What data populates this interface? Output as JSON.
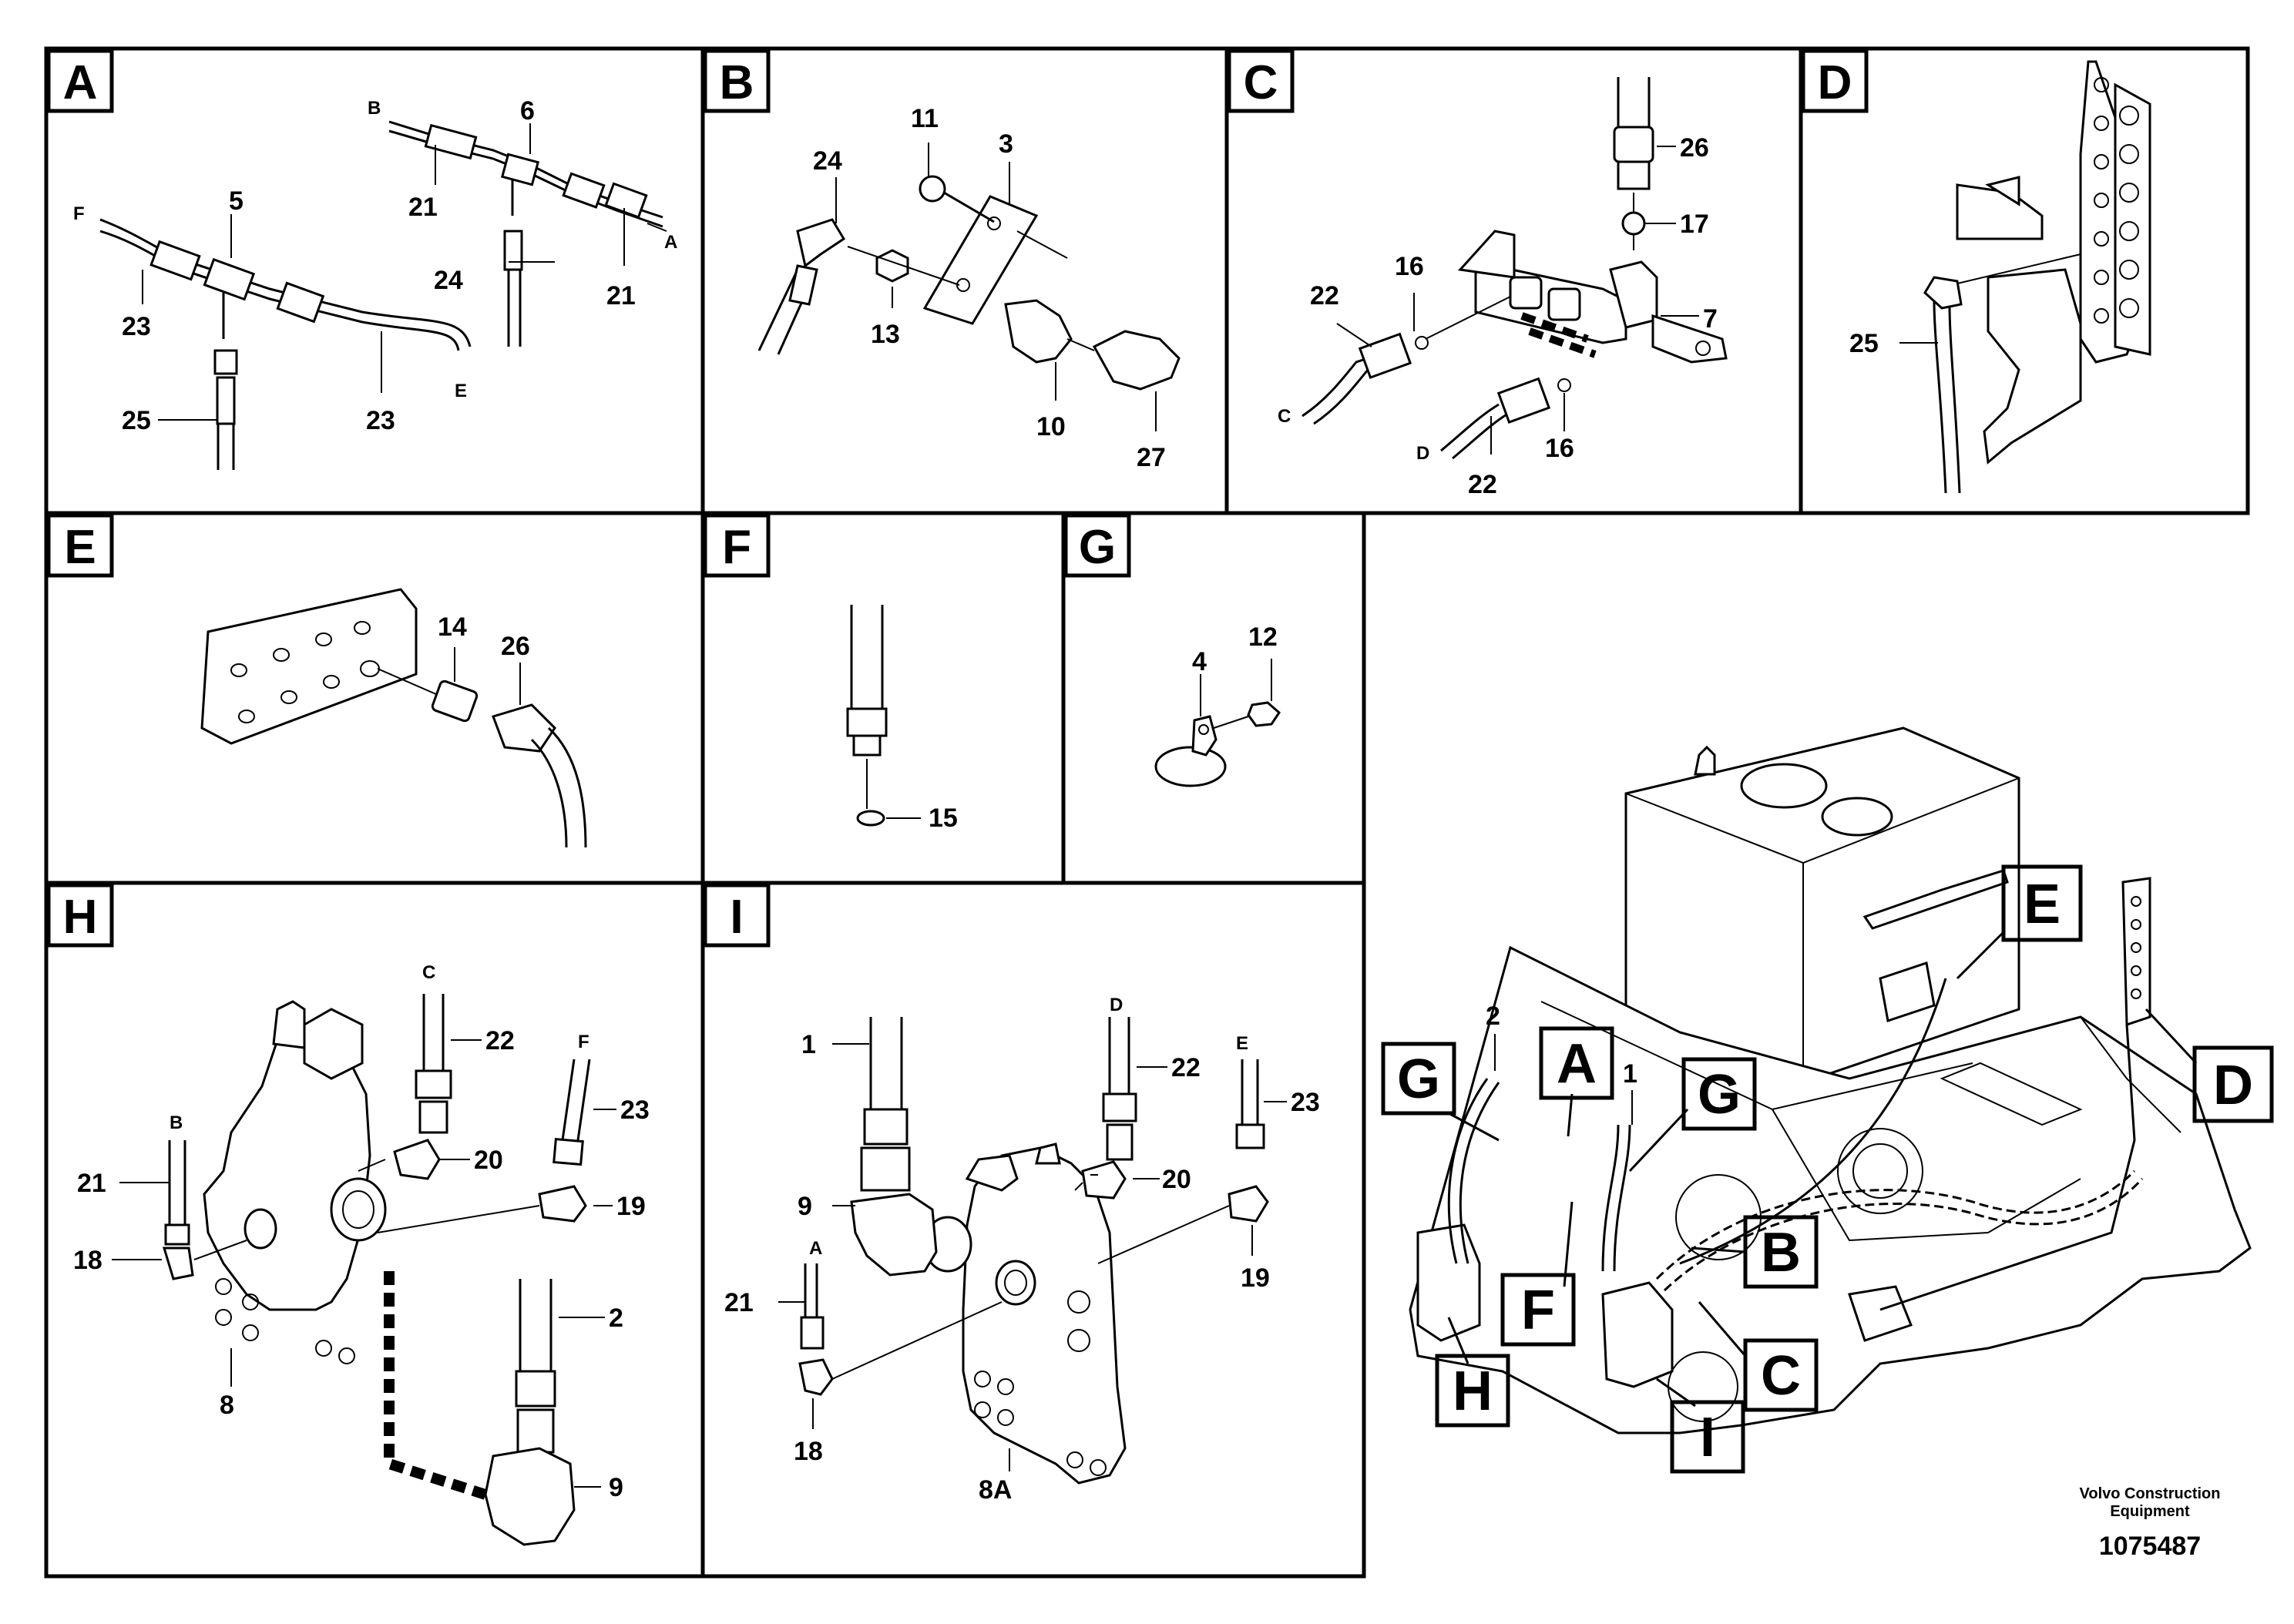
{
  "panels": {
    "A": {
      "tag": "A",
      "callouts": [
        "B",
        "6",
        "21",
        "A",
        "24",
        "21",
        "F",
        "5",
        "23",
        "25",
        "23",
        "E"
      ]
    },
    "B": {
      "tag": "B",
      "callouts": [
        "11",
        "3",
        "24",
        "13",
        "10",
        "27"
      ]
    },
    "C": {
      "tag": "C",
      "callouts": [
        "26",
        "17",
        "16",
        "22",
        "7",
        "C",
        "D",
        "22",
        "16"
      ]
    },
    "D": {
      "tag": "D",
      "callouts": [
        "25"
      ]
    },
    "E": {
      "tag": "E",
      "callouts": [
        "14",
        "26"
      ]
    },
    "F": {
      "tag": "F",
      "callouts": [
        "15"
      ]
    },
    "G": {
      "tag": "G",
      "callouts": [
        "4",
        "12"
      ]
    },
    "H": {
      "tag": "H",
      "callouts": [
        "C",
        "22",
        "F",
        "23",
        "20",
        "B",
        "19",
        "21",
        "18",
        "2",
        "8",
        "9"
      ]
    },
    "I": {
      "tag": "I",
      "callouts": [
        "D",
        "1",
        "22",
        "E",
        "23",
        "20",
        "9",
        "19",
        "A",
        "21",
        "18",
        "8A"
      ]
    }
  },
  "overview": {
    "tags": [
      "E",
      "D",
      "G",
      "A",
      "G",
      "B",
      "F",
      "C",
      "H",
      "I"
    ],
    "numbers": [
      "2",
      "1"
    ]
  },
  "footer": {
    "brand_line1": "Volvo Construction",
    "brand_line2": "Equipment",
    "drawing_number": "1075487"
  }
}
